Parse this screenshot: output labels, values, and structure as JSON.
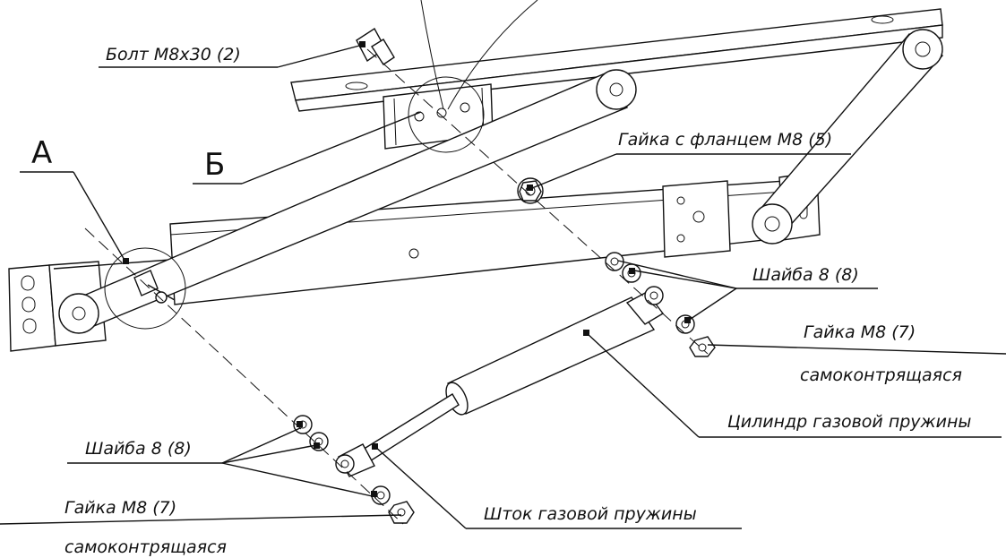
{
  "detail_markers": {
    "a": "А",
    "b": "Б"
  },
  "callouts": {
    "bolt": "Болт М8х30 (2)",
    "flange_nut": "Гайка с фланцем М8 (5)",
    "washer_right": "Шайба 8 (8)",
    "nut_right": "Гайка М8 (7)",
    "nut_right_note": "самоконтрящаяся",
    "cylinder": "Цилиндр газовой пружины",
    "washer_left": "Шайба 8 (8)",
    "nut_left": "Гайка М8 (7)",
    "nut_left_note": "самоконтрящаяся",
    "rod": "Шток газовой пружины"
  }
}
